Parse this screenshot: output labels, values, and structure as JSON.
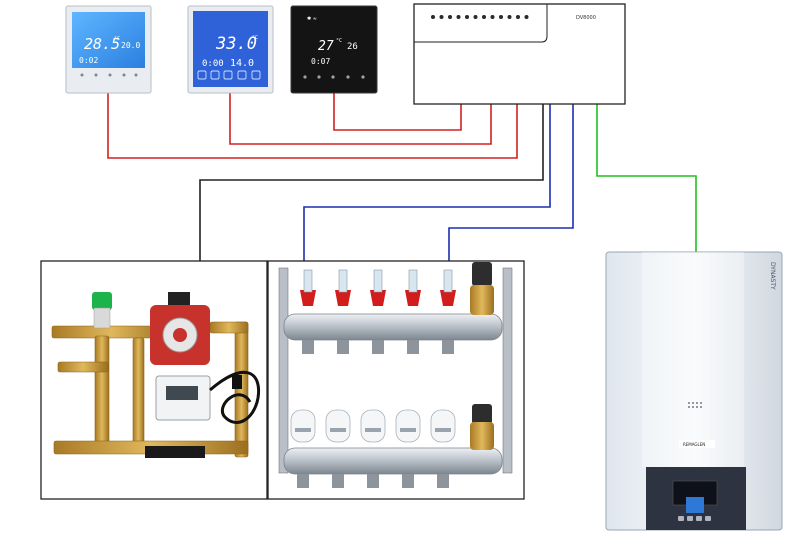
{
  "thermostats": [
    {
      "name": "thermostat-1",
      "screen": "#3aa0f0",
      "frame": "#e9edf2",
      "main_temp": "28.5",
      "unit": "°C",
      "set_temp": "20.0",
      "time": "0:02"
    },
    {
      "name": "thermostat-2",
      "screen": "#2f62d8",
      "frame": "#e9edf2",
      "main_temp": "33.0",
      "unit": "°C",
      "time": "0:00",
      "set_temp": "14.0"
    },
    {
      "name": "thermostat-3",
      "screen": "#0c0c0c",
      "frame": "#141414",
      "main_temp": "27",
      "unit": "°C",
      "set_temp": "26",
      "time": "0:07"
    }
  ],
  "controller": {
    "model": "DV8000",
    "indicator_count": 12
  },
  "boiler": {
    "brand": "DYNASTY",
    "panel_label": "REMAGLEN"
  },
  "wiring": {
    "thermostat_wire_color": "#d22020",
    "actuator_wire_color": "#1c2fb0",
    "boiler_wire_color": "#1fc21f",
    "pump_wire_color": "#222222"
  },
  "manifold": {
    "flow_meter_count": 5,
    "actuator_count": 5,
    "flow_meter_cap_color": "#d21d1d"
  },
  "colors": {
    "brass": "#c89a3c",
    "pump_red": "#c8322c",
    "steel": "#c9ced3"
  }
}
